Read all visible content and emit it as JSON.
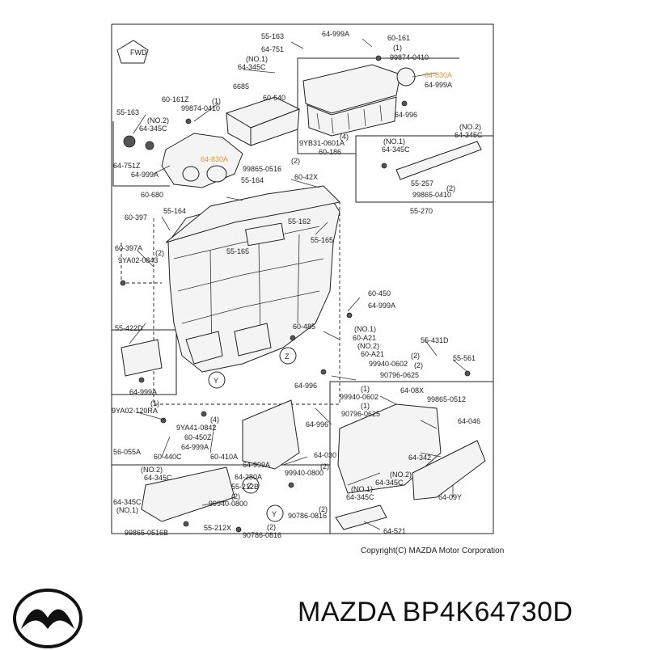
{
  "diagram": {
    "fwd_label": "FWD",
    "copyright": "Copyright(C) MAZDA Motor Corporation",
    "labels": [
      "55-163",
      "64-999A",
      "60-161",
      "64-751",
      "(NO.1)",
      "64-345C",
      "(1)",
      "99874-0410",
      "64-830A",
      "64-999A",
      "6685",
      "60-640",
      "60-161Z",
      "(1)",
      "99874-0410",
      "55-163",
      "(NO.2)",
      "64-345C",
      "64-996",
      "64-830A",
      "(4)",
      "9YB31-0601A",
      "60-186",
      "64-751Z",
      "64-999A",
      "99865-0516",
      "(2)",
      "(NO.2)",
      "64-345C",
      "(NO.1)",
      "64-345C",
      "60-680",
      "55-164",
      "60-42X",
      "55-257",
      "(2)",
      "99865-0410",
      "55-270",
      "60-397",
      "55-164",
      "55-162",
      "55-165",
      "60-397A",
      "(2)",
      "9YA02-0843",
      "55-165",
      "60-450",
      "64-999A",
      "55-422D",
      "60-485",
      "(NO.1)",
      "60-A21",
      "55-431D",
      "(NO.2)",
      "60-A21",
      "(2)",
      "99940-0602",
      "55-561",
      "(2)",
      "90796-0625",
      "64-999A",
      "64-996",
      "64-08X",
      "(1)",
      "99940-0602",
      "99865-0512",
      "(1)",
      "90796-0625",
      "9YA02-120RA",
      "(1)",
      "(4)",
      "9YA41-0842",
      "60-450Z",
      "64-996",
      "64-046",
      "64-999A",
      "56-055A",
      "60-440C",
      "60-410A",
      "64-030",
      "64-999A",
      "(2)",
      "99940-0800",
      "64-342",
      "(NO.2)",
      "64-345C",
      "64-280A",
      "(NO.2)",
      "64-345C",
      "55-212B",
      "(NO.1)",
      "64-345C",
      "64-345C",
      "(NO.1)",
      "(2)",
      "99940-0800",
      "90786-0816",
      "(2)",
      "64-09Y",
      "99865-0516B",
      "55-212X",
      "(2)",
      "90786-0816",
      "64-521"
    ]
  },
  "footer": {
    "brand_title": "MAZDA BP4K64730D"
  },
  "colors": {
    "highlight": "#e8953a",
    "line": "#222222"
  }
}
